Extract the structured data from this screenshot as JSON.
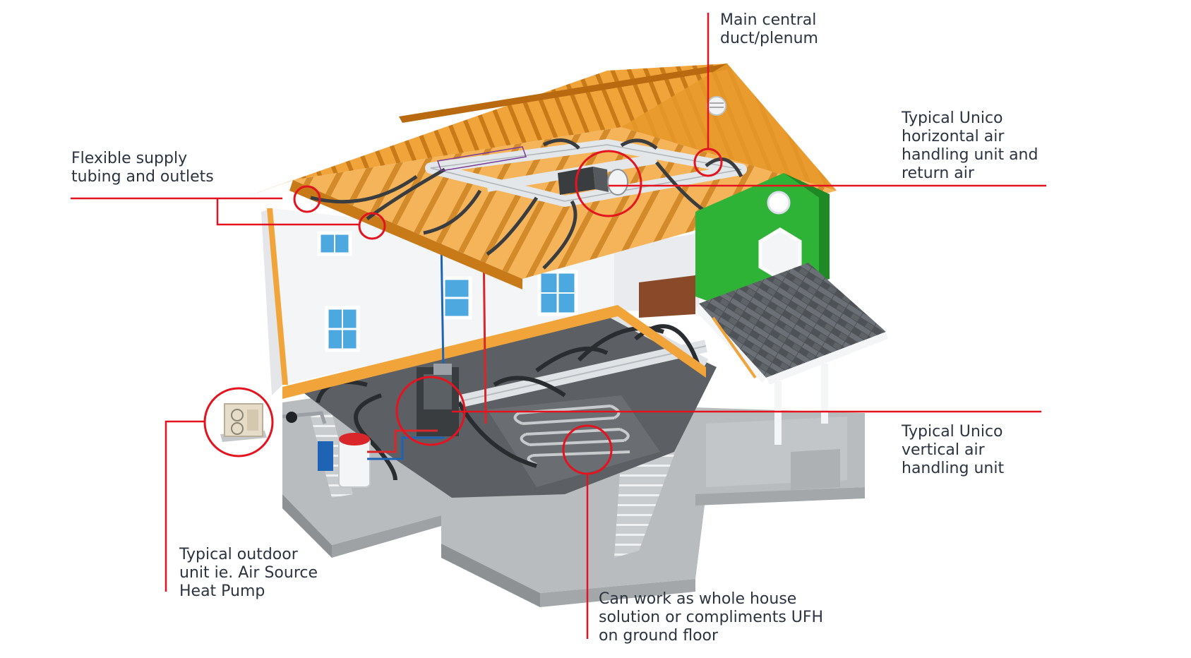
{
  "labels": {
    "main_duct": [
      "Main central",
      "duct/plenum"
    ],
    "flexible_supply": [
      "Flexible supply",
      "tubing and outlets"
    ],
    "horizontal_ahu": [
      "Typical Unico",
      "horizontal air",
      "handling unit and",
      "return air"
    ],
    "vertical_ahu": [
      "Typical Unico",
      "vertical air",
      "handling unit"
    ],
    "outdoor_unit": [
      "Typical outdoor",
      "unit ie. Air Source",
      "Heat Pump"
    ],
    "whole_house": [
      "Can work as whole house",
      "solution or compliments UFH",
      "on ground floor"
    ]
  },
  "colors": {
    "callout": "#e3141f",
    "text": "#2c3440",
    "timber": "#f0a43a",
    "timber_dark": "#c97a18",
    "wall": "#f4f5f7",
    "concrete": "#b9bcbf",
    "concrete_dark": "#8e9194",
    "floor": "#5c6064",
    "gable_green": "#2fb336",
    "roof_shingle": "#4e5257",
    "duct": "#dfe3e6",
    "window": "#4ea8e0",
    "tank_red": "#d8262b",
    "pump_blue": "#1f63b5"
  },
  "icons": [
    "fan-icon",
    "air-source-heat-pump-icon",
    "hot-water-cylinder-icon",
    "window-icon",
    "hexagon-window-icon",
    "vent-icon"
  ]
}
